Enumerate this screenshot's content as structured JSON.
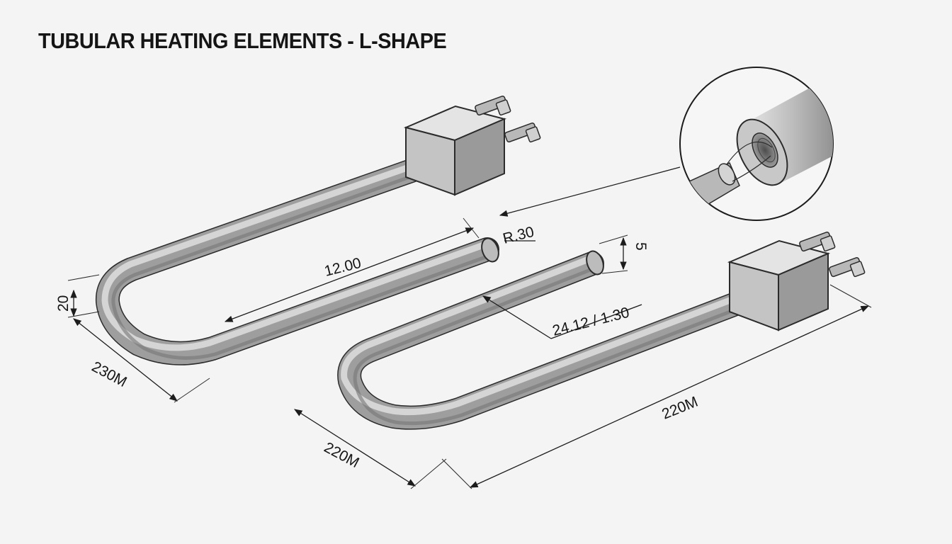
{
  "title": "TUBULAR HEATING ELEMENTS - L-SHAPE",
  "dimensions": {
    "left_height": "20",
    "left_length": "230M",
    "center_length": "12.00",
    "radius": "R.30",
    "diameter": "5",
    "spec": "24.12 / 1.30",
    "right_width": "220M",
    "right_length": "220M"
  },
  "colors": {
    "background": "#f4f4f4",
    "tube": "#a8a8a8",
    "text": "#151515"
  }
}
